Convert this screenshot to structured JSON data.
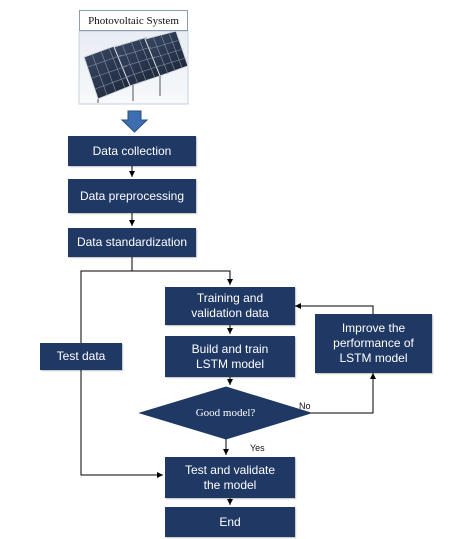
{
  "image": {
    "title": "Photovoltaic System"
  },
  "nodes": {
    "data_collection": "Data collection",
    "data_preprocessing": "Data preprocessing",
    "data_standardization": "Data standardization",
    "test_data": "Test data",
    "training_validation": "Training and\nvalidation data",
    "build_train": "Build and train\nLSTM model",
    "improve": "Improve the\nperformance of\nLSTM model",
    "decision": "Good model?",
    "test_validate": "Test and validate\nthe model",
    "end": "End"
  },
  "edge_labels": {
    "no": "No",
    "yes": "Yes"
  },
  "colors": {
    "box": "#1f3864",
    "arrow_big": "#3d6fb0",
    "line": "#000000"
  }
}
